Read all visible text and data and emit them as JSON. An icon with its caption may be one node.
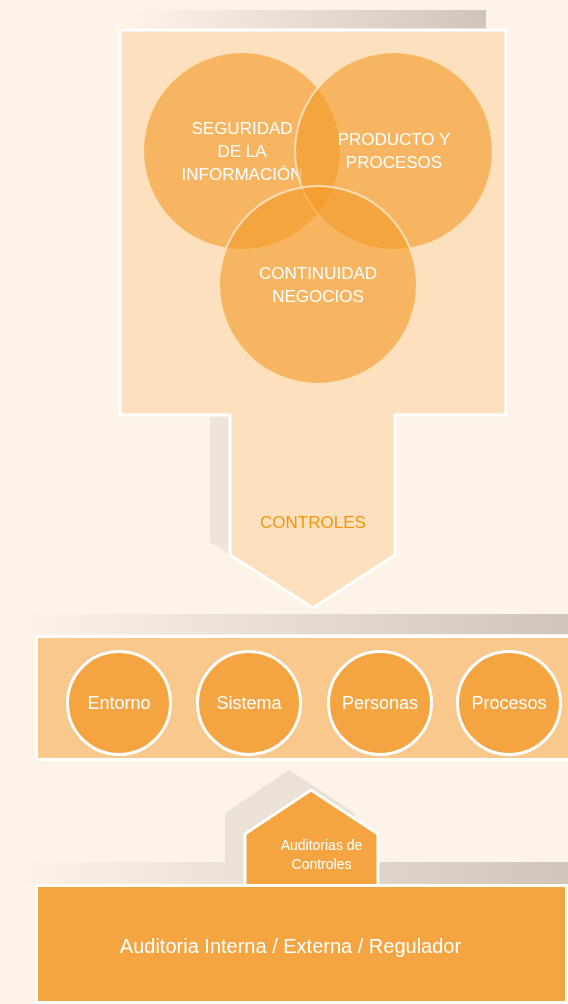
{
  "diagram": {
    "nodes": [
      {
        "text": [
          "CONTROLES"
        ]
      },
      {
        "text": [
          "SEGURIDAD DE LA INFORMACIÓN"
        ],
        "in": 0
      },
      {
        "text": [
          "PRODUCTO Y PROCESOS"
        ],
        "in": 0
      },
      {
        "text": [
          "CONTINUIDAD NEGOCIOS"
        ],
        "in": 0
      },
      {
        "text": [],
        "shape": "bar"
      },
      {
        "text": [
          "Entorno"
        ],
        "in": 4
      },
      {
        "text": [
          "Sistema"
        ],
        "in": 4
      },
      {
        "text": [
          "Personas"
        ],
        "in": 4
      },
      {
        "text": [
          "Procesos"
        ],
        "in": 4
      },
      {
        "text": [
          "Auditorias de Controles"
        ]
      },
      {
        "text": [
          "Auditoria Interna / Externa / Regulador"
        ]
      }
    ]
  }
}
